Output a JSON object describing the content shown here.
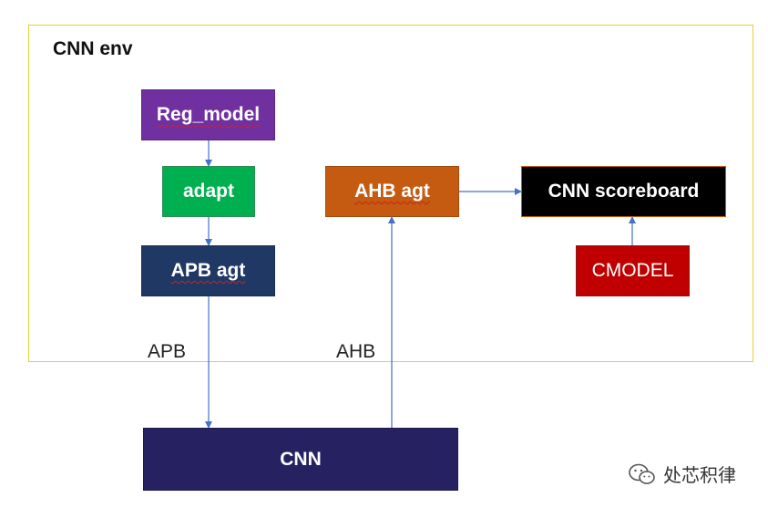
{
  "env": {
    "title": "CNN env"
  },
  "blocks": {
    "reg_model": "Reg_model",
    "adapt": "adapt",
    "apb_agt": "APB agt",
    "ahb_agt": "AHB agt",
    "scoreboard": "CNN scoreboard",
    "cmodel": "CMODEL",
    "cnn": "CNN"
  },
  "buses": {
    "apb": "APB",
    "ahb": "AHB"
  },
  "watermark": {
    "text": "处芯积律",
    "icon": "wechat-icon"
  },
  "colors": {
    "reg_model": "#7030a0",
    "adapt": "#00b050",
    "apb_agt": "#203864",
    "ahb_agt": "#c55a11",
    "scoreboard": "#000000",
    "cmodel": "#c00000",
    "cnn": "#262262",
    "arrow": "#4472c4",
    "env_border": "#e6cf3a"
  }
}
